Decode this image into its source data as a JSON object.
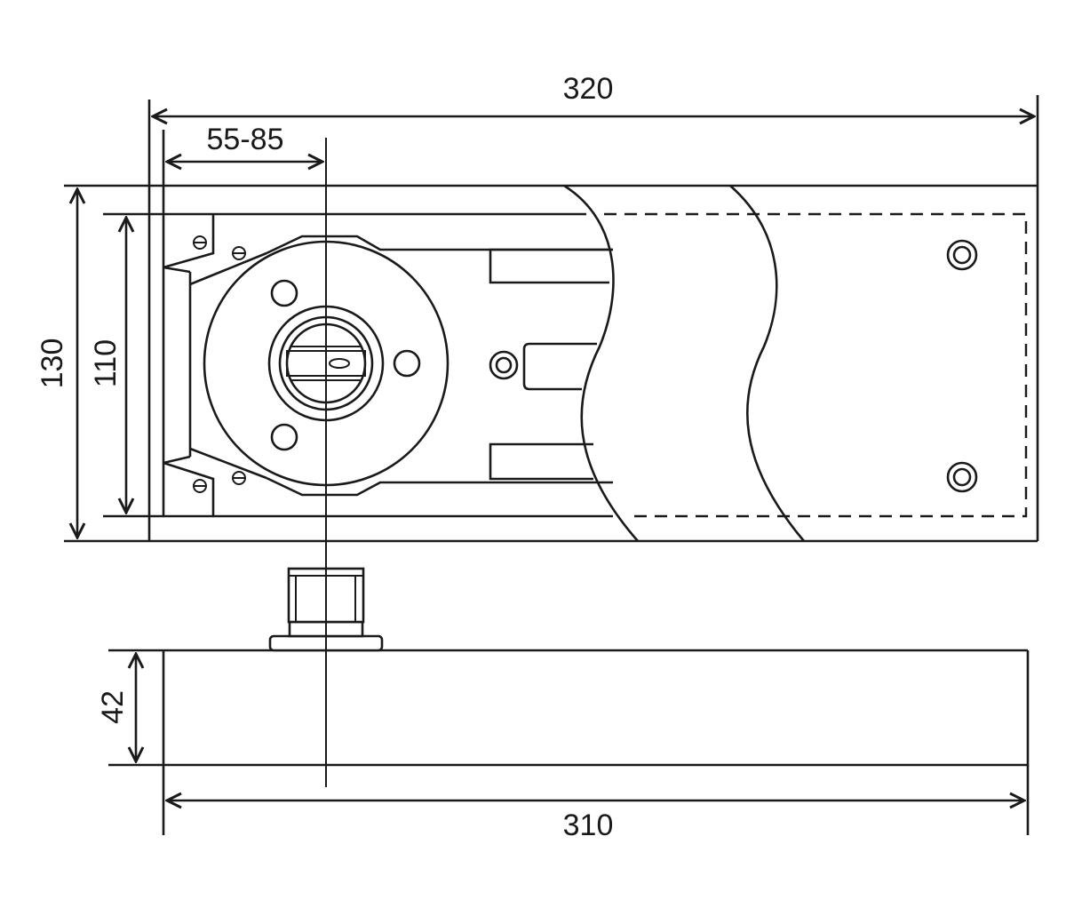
{
  "dimensions": {
    "overall_length": "320",
    "spindle_offset": "55-85",
    "overall_width": "130",
    "inner_width": "110",
    "height": "42",
    "body_length": "310"
  }
}
